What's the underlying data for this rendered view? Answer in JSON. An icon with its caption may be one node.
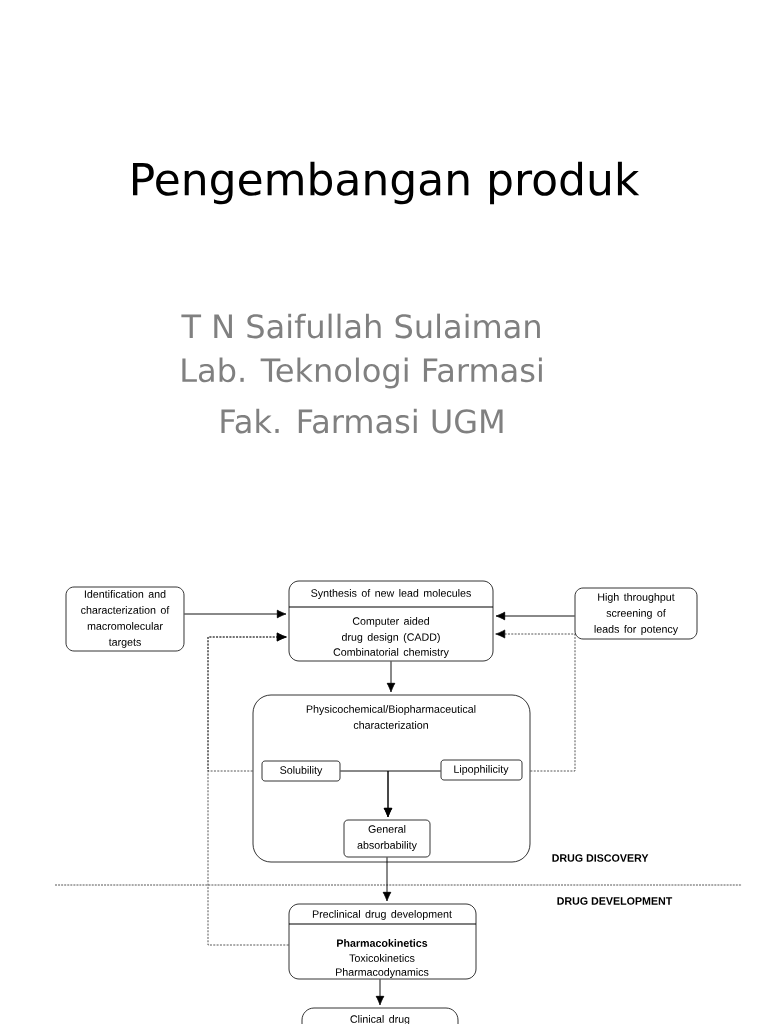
{
  "diagram": {
    "title": "Pengembangan produk",
    "nodes": [
      {
        "text": [
          "Identification and characterization of macromolecular targets"
        ]
      },
      {
        "text": [
          "Synthesis of new lead molecules",
          "Computer aided drug design (CADD)",
          "Combinatorial chemistry"
        ]
      },
      {
        "text": [
          "High throughput screening of leads for potency"
        ]
      },
      {
        "text": [
          "Physicochemical/Biopharmaceutical characterization"
        ]
      },
      {
        "text": [
          "Solubility"
        ],
        "in": 3
      },
      {
        "text": [
          "Lipophilicity"
        ],
        "in": 3
      },
      {
        "text": [
          "General absorbability"
        ],
        "in": 3
      },
      {
        "text": [
          "Preclinical drug development",
          "Pharmacokinetics",
          "Toxicokinetics",
          "Pharmacodynamics"
        ]
      },
      {
        "text": [
          "Clinical drug"
        ]
      }
    ],
    "edges": [
      {
        "from": 0,
        "to": 1,
        "arrow": "to"
      },
      {
        "from": 2,
        "to": 1,
        "arrow": "to"
      },
      {
        "from": 1,
        "to": 3,
        "arrow": "to"
      },
      {
        "from": 4,
        "to": 6,
        "arrow": "to"
      },
      {
        "from": 5,
        "to": 6,
        "arrow": "to"
      },
      {
        "from": 3,
        "to": 1,
        "arrow": "to",
        "style": "dashed"
      },
      {
        "from": 3,
        "to": 1,
        "arrow": "to",
        "style": "dashed"
      },
      {
        "from": 7,
        "to": 1,
        "arrow": "to",
        "style": "dashed"
      },
      {
        "from": 6,
        "to": 7,
        "arrow": "to"
      },
      {
        "from": 7,
        "to": 8,
        "arrow": "to"
      }
    ],
    "labels": [
      "T N Saifullah Sulaiman",
      "Lab. Teknologi Farmasi",
      "Fak. Farmasi UGM",
      "DRUG DISCOVERY",
      "DRUG DEVELOPMENT"
    ]
  }
}
